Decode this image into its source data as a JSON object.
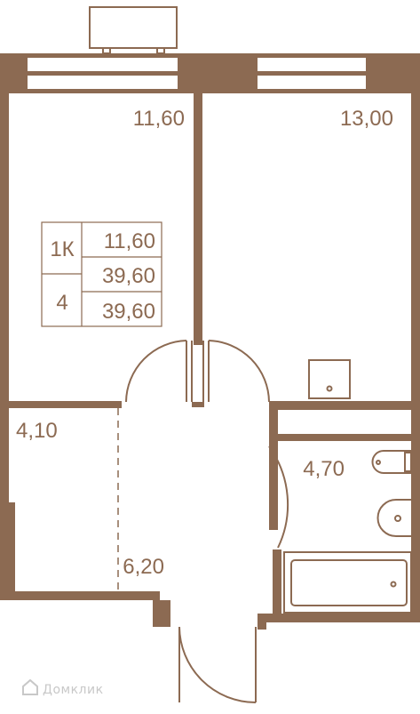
{
  "colors": {
    "wall": "#8c6a52",
    "line": "#8c6a52",
    "background": "#ffffff"
  },
  "rooms": {
    "room_left": "11,60",
    "room_right": "13,00",
    "storage": "4,10",
    "bathroom": "4,70",
    "hall": "6,20"
  },
  "summary": {
    "type": "1К",
    "living_area": "11,60",
    "floor": "4",
    "total_area": "39,60",
    "total_area_2": "39,60"
  },
  "watermark": "Домклик"
}
